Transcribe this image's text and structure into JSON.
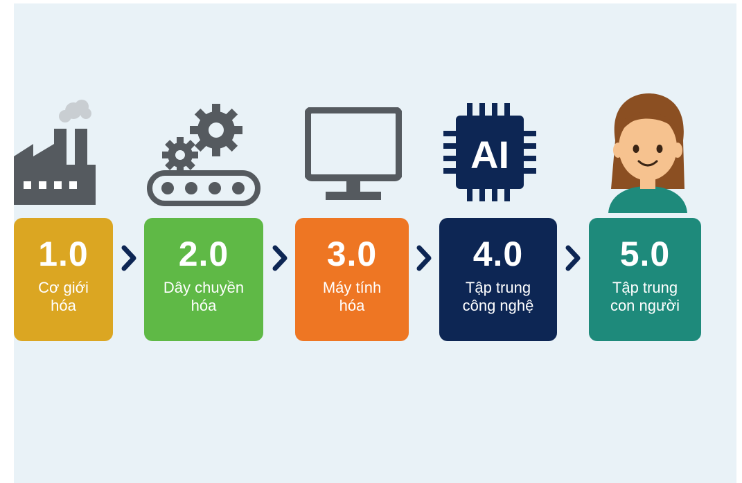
{
  "stages": [
    {
      "number": "1.0",
      "label_line1": "Cơ giới",
      "label_line2": "hóa",
      "color": "#dba622",
      "icon": "factory-icon"
    },
    {
      "number": "2.0",
      "label_line1": "Dây chuyền",
      "label_line2": "hóa",
      "color": "#5fb946",
      "icon": "conveyor-gears-icon"
    },
    {
      "number": "3.0",
      "label_line1": "Máy tính",
      "label_line2": "hóa",
      "color": "#ee7623",
      "icon": "monitor-icon"
    },
    {
      "number": "4.0",
      "label_line1": "Tập trung",
      "label_line2": "công nghệ",
      "color": "#0d2654",
      "icon": "ai-chip-icon",
      "icon_text": "AI"
    },
    {
      "number": "5.0",
      "label_line1": "Tập trung",
      "label_line2": "con người",
      "color": "#1e8a7b",
      "icon": "person-icon"
    }
  ],
  "colors": {
    "background": "#e9f2f7",
    "icon_gray": "#555a5f",
    "arrow": "#0d2654"
  }
}
